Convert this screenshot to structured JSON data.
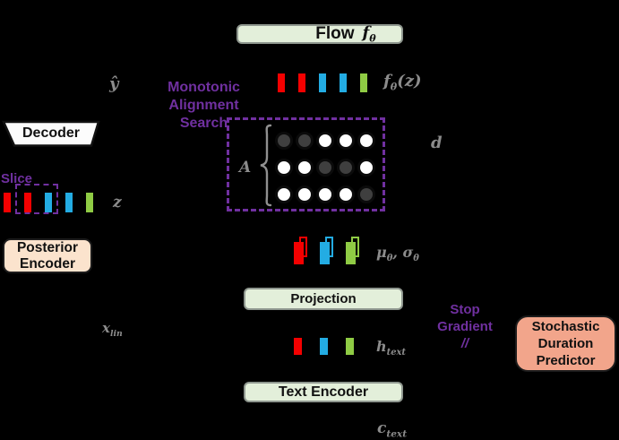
{
  "colors": {
    "background": "#000000",
    "red": "#F40000",
    "blue": "#23ACE3",
    "green": "#8FCB44",
    "purple": "#7030A0",
    "gray_label": "#8C8C8C",
    "box_green_fill": "#E3EFDA",
    "box_peach_fill": "#FBE3CD",
    "box_salmon_fill": "#F2A58B",
    "circle_dark": "#3F3F3F",
    "circle_light": "#FFFFFF"
  },
  "nodes": {
    "flow": {
      "label": "Flow",
      "math": {
        "base": "f",
        "sub": "θ"
      }
    },
    "decoder": {
      "label": "Decoder"
    },
    "posterior_encoder": {
      "lines": [
        "Posterior",
        "Encoder"
      ]
    },
    "projection": {
      "label": "Projection"
    },
    "text_encoder": {
      "label": "Text Encoder"
    },
    "stochastic_duration_predictor": {
      "lines": [
        "Stochastic",
        "Duration",
        "Predictor"
      ]
    }
  },
  "annotations": {
    "monotonic_alignment_search": {
      "lines": [
        "Monotonic",
        "Alignment",
        "Search"
      ]
    },
    "slice": {
      "label": "Slice"
    },
    "stop_gradient": {
      "lines": [
        "Stop",
        "Gradient"
      ],
      "slashes": "//"
    }
  },
  "math_labels": {
    "y_hat": "ŷ",
    "z": "z",
    "d": "d",
    "A": "A",
    "f_theta_z": {
      "base": "f",
      "sub": "θ",
      "rest": "(z)"
    },
    "mu_sigma": {
      "base1": "μ",
      "sub1": "θ",
      "sep": ", ",
      "base2": "σ",
      "sub2": "θ"
    },
    "h_text": {
      "base": "h",
      "sub": "text"
    },
    "c_text": {
      "base": "c",
      "sub": "text"
    },
    "x_lin": {
      "base": "x",
      "sub": "lin"
    }
  },
  "bars": {
    "flow_output_row": [
      "red",
      "red",
      "blue",
      "blue",
      "green"
    ],
    "z_row": [
      "red",
      "red",
      "blue",
      "blue",
      "green"
    ],
    "mu_sigma_row": [
      "red",
      "blue",
      "green"
    ],
    "h_text_row": [
      "red",
      "blue",
      "green"
    ]
  },
  "alignment_matrix": {
    "rows": 3,
    "cols": 5,
    "cells": [
      [
        1,
        1,
        0,
        0,
        0
      ],
      [
        0,
        0,
        1,
        1,
        0
      ],
      [
        0,
        0,
        0,
        0,
        1
      ]
    ],
    "legend": {
      "1": "dark",
      "0": "light"
    }
  }
}
